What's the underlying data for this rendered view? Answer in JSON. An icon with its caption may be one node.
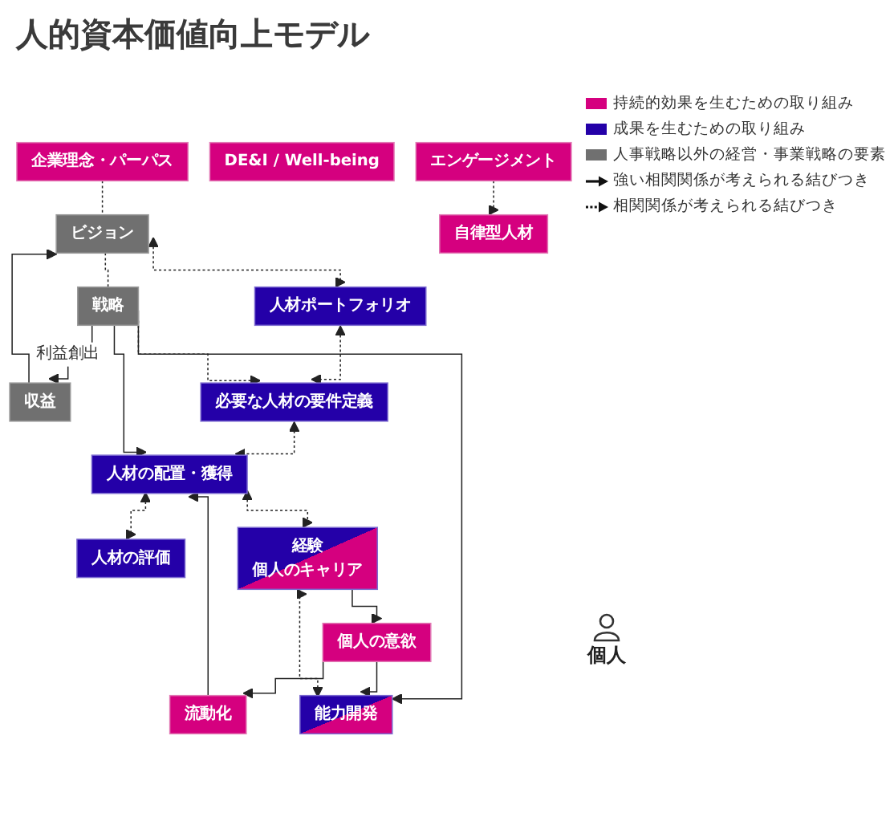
{
  "diagram": {
    "title": "人的資本価値向上モデル",
    "nodes": [
      {
        "text": [
          "企業理念・パーパス"
        ]
      },
      {
        "text": [
          "ビジョン"
        ]
      },
      {
        "text": [
          "人材ポートフォリオ"
        ]
      },
      {
        "text": [
          "DE&I / Well-being"
        ]
      },
      {
        "text": [
          "戦略"
        ]
      },
      {
        "text": [
          "収益"
        ]
      },
      {
        "text": [
          "必要な人材の要件定義"
        ]
      },
      {
        "text": [
          "自律型人材"
        ]
      },
      {
        "text": [
          "人材の配置・獲得"
        ]
      },
      {
        "text": [
          "流動化"
        ]
      },
      {
        "text": [
          "人材の評価"
        ]
      },
      {
        "text": [
          "能力開発"
        ]
      },
      {
        "text": [
          "個人の意欲"
        ]
      },
      {
        "text": [
          "経験",
          "個人のキャリア"
        ]
      },
      {
        "text": [
          "エンゲージメント"
        ]
      }
    ],
    "edges": [
      {
        "from": 0,
        "to": 1,
        "arrow": "none",
        "style": "dashed"
      },
      {
        "from": 1,
        "to": 4,
        "arrow": "none",
        "style": "dashed"
      },
      {
        "from": 1,
        "to": 2,
        "arrow": "both",
        "style": "dashed"
      },
      {
        "from": 5,
        "to": 1,
        "arrow": "to"
      },
      {
        "from": 2,
        "to": 6,
        "arrow": "both",
        "style": "dashed"
      },
      {
        "from": 4,
        "to": 5,
        "arrow": "to",
        "label": "利益創出"
      },
      {
        "from": 4,
        "to": 6,
        "arrow": "to",
        "style": "dashed"
      },
      {
        "from": 6,
        "to": 8,
        "arrow": "both",
        "style": "dashed"
      },
      {
        "from": 4,
        "to": 8,
        "arrow": "to"
      },
      {
        "from": 14,
        "to": 7,
        "arrow": "to",
        "style": "dashed"
      },
      {
        "from": 9,
        "to": 8,
        "arrow": "to"
      },
      {
        "from": 8,
        "to": 10,
        "arrow": "both",
        "style": "dashed"
      },
      {
        "from": 8,
        "to": 13,
        "arrow": "both",
        "style": "dashed"
      },
      {
        "from": 4,
        "to": 11,
        "arrow": "to"
      },
      {
        "from": 12,
        "to": 11,
        "arrow": "to"
      },
      {
        "from": 12,
        "to": 9,
        "arrow": "to"
      },
      {
        "from": 11,
        "to": 13,
        "arrow": "both",
        "style": "dashed"
      },
      {
        "from": 13,
        "to": 12,
        "arrow": "to"
      }
    ],
    "labels": [
      "個人"
    ],
    "legend": [
      {
        "text": "持続的効果を生むための取り組み",
        "color": "#d5007f"
      },
      {
        "text": "成果を生むための取り組み",
        "color": "#2400a8"
      },
      {
        "text": "人事戦略以外の経営・事業戦略の要素",
        "color": "#707070"
      },
      {
        "text": "強い相関関係が考えられる結びつき"
      },
      {
        "text": "相関関係が考えられる結びつき"
      }
    ]
  }
}
